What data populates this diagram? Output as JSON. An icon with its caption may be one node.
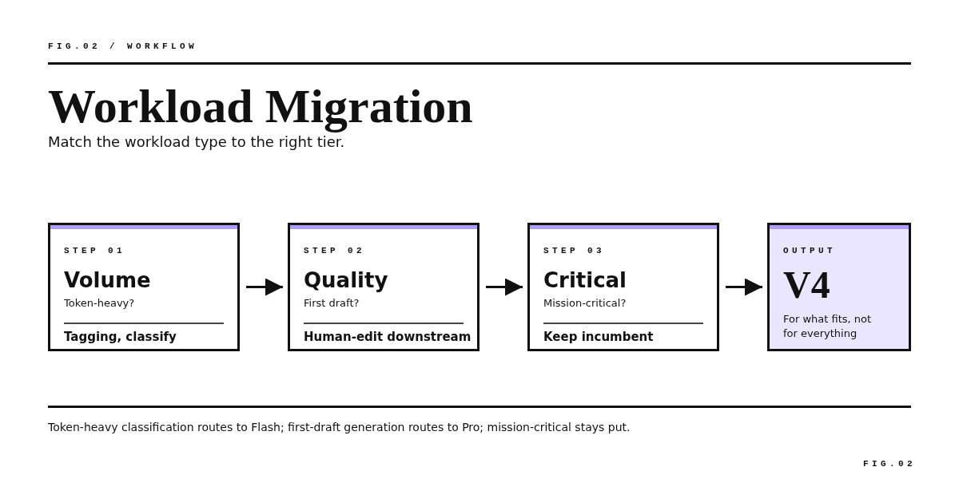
{
  "diagram": {
    "title": "Workload Migration",
    "caption": "Token-heavy classification routes to Flash; first-draft generation routes to Pro; mission-critical stays put.",
    "nodes": [
      {
        "text": [
          "STEP 01",
          "Volume",
          "Token-heavy?",
          "Tagging, classify"
        ]
      },
      {
        "text": [
          "STEP 02",
          "Quality",
          "First draft?",
          "Human-edit downstream"
        ]
      },
      {
        "text": [
          "STEP 03",
          "Critical",
          "Mission-critical?",
          "Keep incumbent"
        ]
      },
      {
        "text": [
          "OUTPUT",
          "V4",
          "For what fits, not for everything"
        ]
      }
    ],
    "edges": [
      {
        "from": 0,
        "to": 1,
        "arrow": "to"
      },
      {
        "from": 1,
        "to": 2,
        "arrow": "to"
      },
      {
        "from": 2,
        "to": 3,
        "arrow": "to"
      }
    ],
    "labels": [
      "FIG.02 / WORKFLOW",
      "Match the workload type to the right tier.",
      "FIG.02"
    ]
  }
}
